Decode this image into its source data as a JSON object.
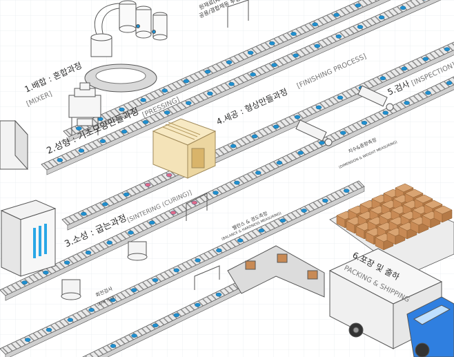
{
  "colors": {
    "belt_dark": "#8e8e8e",
    "belt_light": "#e9e9e9",
    "outline": "#555555",
    "part_blue": "#1f8fcf",
    "part_pink": "#e06a8a",
    "box_brown": "#c88a55",
    "sinter_fill": "#f4e3b8",
    "truck_cab": "#2f7fe0",
    "grid": "#eef1f4"
  },
  "labels": {
    "raw_material": "원재료(RAW MATERIAL)",
    "raw_material_2": "공용/결합제등 투입(MIXING)",
    "mixer_kr": "1.배합 : 혼합과정",
    "mixer_en": "[MIXER]",
    "pressing_kr": "2.성형 : 기초모양만들과정",
    "pressing_en": "[PRESSING]",
    "finishing_kr": "4.세공 : 형상만들과정",
    "finishing_en": "[FINISHING PROCESS]",
    "inspection_kr": "5.검사",
    "inspection_en": "[INSPECTION]",
    "measure_kr": "치수&중량측정",
    "measure_en": "(DIMENSION & WEIGHT MEASURING)",
    "balance_kr": "밸런스 & 경도측정",
    "balance_en": "(BALANCE & HARDNESS MEASURING)",
    "sintering_kr": "3.소성 : 굽는과정",
    "sintering_en": "[SINTERING (CURING)]",
    "rpm_kr": "회전검사",
    "rpm_en": "(RPM TEST)",
    "packing_kr": "6.포장 및 출하",
    "packing_en": "PACKING & SHIPPING"
  },
  "icons": [
    "mixer-tank-icon",
    "press-machine-icon",
    "sintering-oven-icon",
    "inspection-arm-icon",
    "rpm-tester-icon",
    "truck-icon",
    "box-pallet-icon"
  ]
}
